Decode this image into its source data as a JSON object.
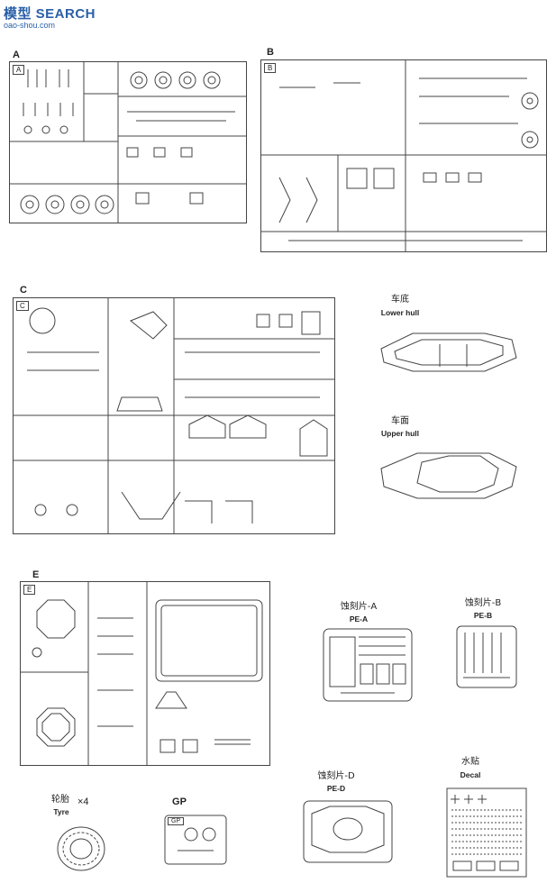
{
  "watermark": {
    "title": "模型 SEARCH",
    "url": "oao-shou.com"
  },
  "sprues": {
    "A": {
      "letter": "A",
      "tag": "A"
    },
    "B": {
      "letter": "B",
      "tag": "B"
    },
    "C": {
      "letter": "C",
      "tag": "C"
    },
    "E": {
      "letter": "E",
      "tag": "E"
    }
  },
  "parts": {
    "lower_hull": {
      "cn": "车底",
      "en": "Lower hull"
    },
    "upper_hull": {
      "cn": "车面",
      "en": "Upper hull"
    },
    "pe_a": {
      "cn": "蚀刻片-A",
      "en": "PE-A"
    },
    "pe_b": {
      "cn": "蚀刻片-B",
      "en": "PE-B"
    },
    "pe_d": {
      "cn": "蚀刻片-D",
      "en": "PE-D"
    },
    "decal": {
      "cn": "水贴",
      "en": "Decal"
    },
    "tyre": {
      "cn": "轮胎",
      "en": "Tyre",
      "qty": "×4"
    },
    "gp": {
      "label": "GP",
      "tag": "GP"
    }
  }
}
